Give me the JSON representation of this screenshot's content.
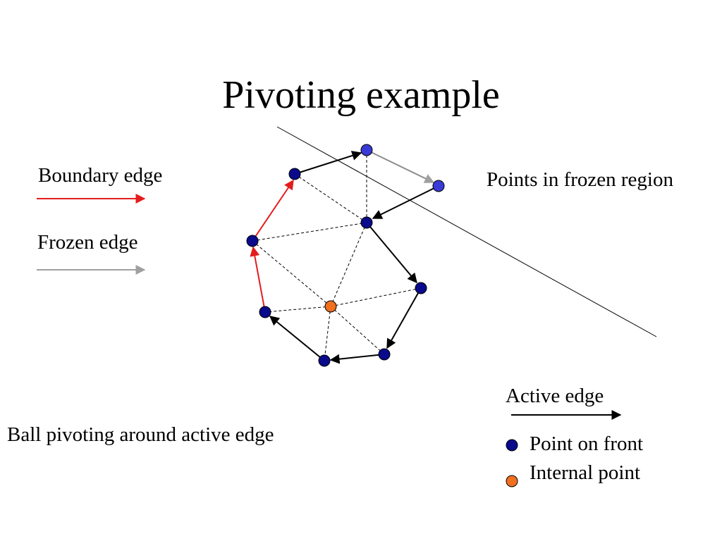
{
  "title": "Pivoting example",
  "legend": {
    "boundary_edge": "Boundary edge",
    "frozen_edge": "Frozen edge",
    "active_edge": "Active edge",
    "point_on_front": "Point on front",
    "internal_point": "Internal point"
  },
  "annotations": {
    "frozen_region": "Points in frozen region",
    "ball_pivoting": "Ball pivoting around active edge"
  },
  "colors": {
    "boundary_edge": "#e41c1c",
    "frozen_edge": "#a0a0a0",
    "active_edge": "#000000",
    "front_point": "#0a0a8c",
    "frozen_point": "#3a3ad6",
    "internal_point": "#f07020",
    "mesh_edge": "#000000"
  }
}
